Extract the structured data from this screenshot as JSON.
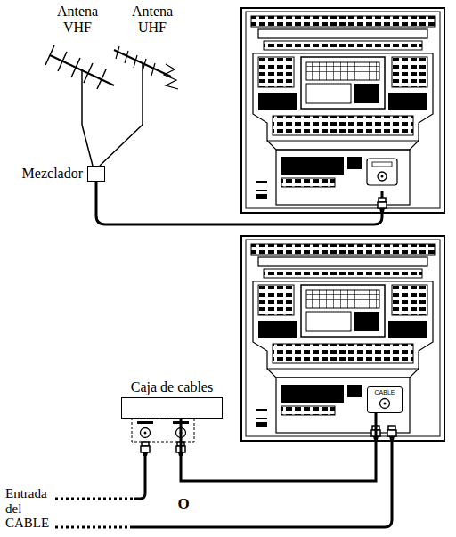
{
  "diagram": {
    "nodes": [
      {
        "text": [
          "Mezclador"
        ]
      },
      {
        "text": [
          "Caja de cables"
        ]
      },
      {
        "text": [
          "CABLE"
        ]
      }
    ],
    "edges": [
      {
        "from": 1,
        "to": 2,
        "arrow": "none"
      }
    ],
    "labels": [
      "Antena VHF",
      "Antena UHF",
      "Entrada del CABLE",
      "O"
    ]
  }
}
